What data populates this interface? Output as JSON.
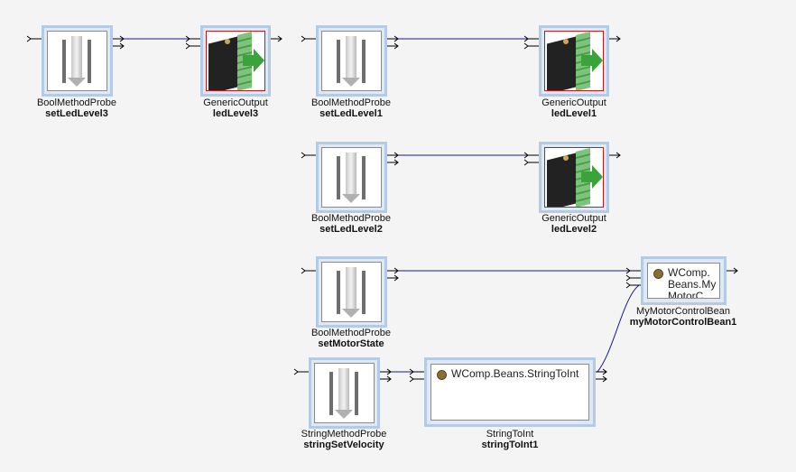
{
  "components": [
    {
      "type": "BoolMethodProbe",
      "name": "setLedLevel3",
      "icon": "probe-icon"
    },
    {
      "type": "GenericOutput",
      "name": "ledLevel3",
      "icon": "generic-output-icon"
    },
    {
      "type": "BoolMethodProbe",
      "name": "setLedLevel1",
      "icon": "probe-icon"
    },
    {
      "type": "GenericOutput",
      "name": "ledLevel1",
      "icon": "generic-output-icon"
    },
    {
      "type": "BoolMethodProbe",
      "name": "setLedLevel2",
      "icon": "probe-icon"
    },
    {
      "type": "GenericOutput",
      "name": "ledLevel2",
      "icon": "generic-output-icon"
    },
    {
      "type": "BoolMethodProbe",
      "name": "setMotorState",
      "icon": "probe-icon"
    },
    {
      "type": "MyMotorControlBean",
      "name": "myMotorControlBean1",
      "content": "WComp.\nBeans.My\nMotorC",
      "icon": "bean-icon"
    },
    {
      "type": "StringMethodProbe",
      "name": "stringSetVelocity",
      "icon": "probe-icon"
    },
    {
      "type": "StringToInt",
      "name": "stringToInt1",
      "content": "WComp.Beans.StringToInt",
      "icon": "bean-icon"
    }
  ],
  "colors": {
    "wire": "#1a1a8c",
    "frame": "#b5cbe3",
    "output_border": "#b52020"
  }
}
